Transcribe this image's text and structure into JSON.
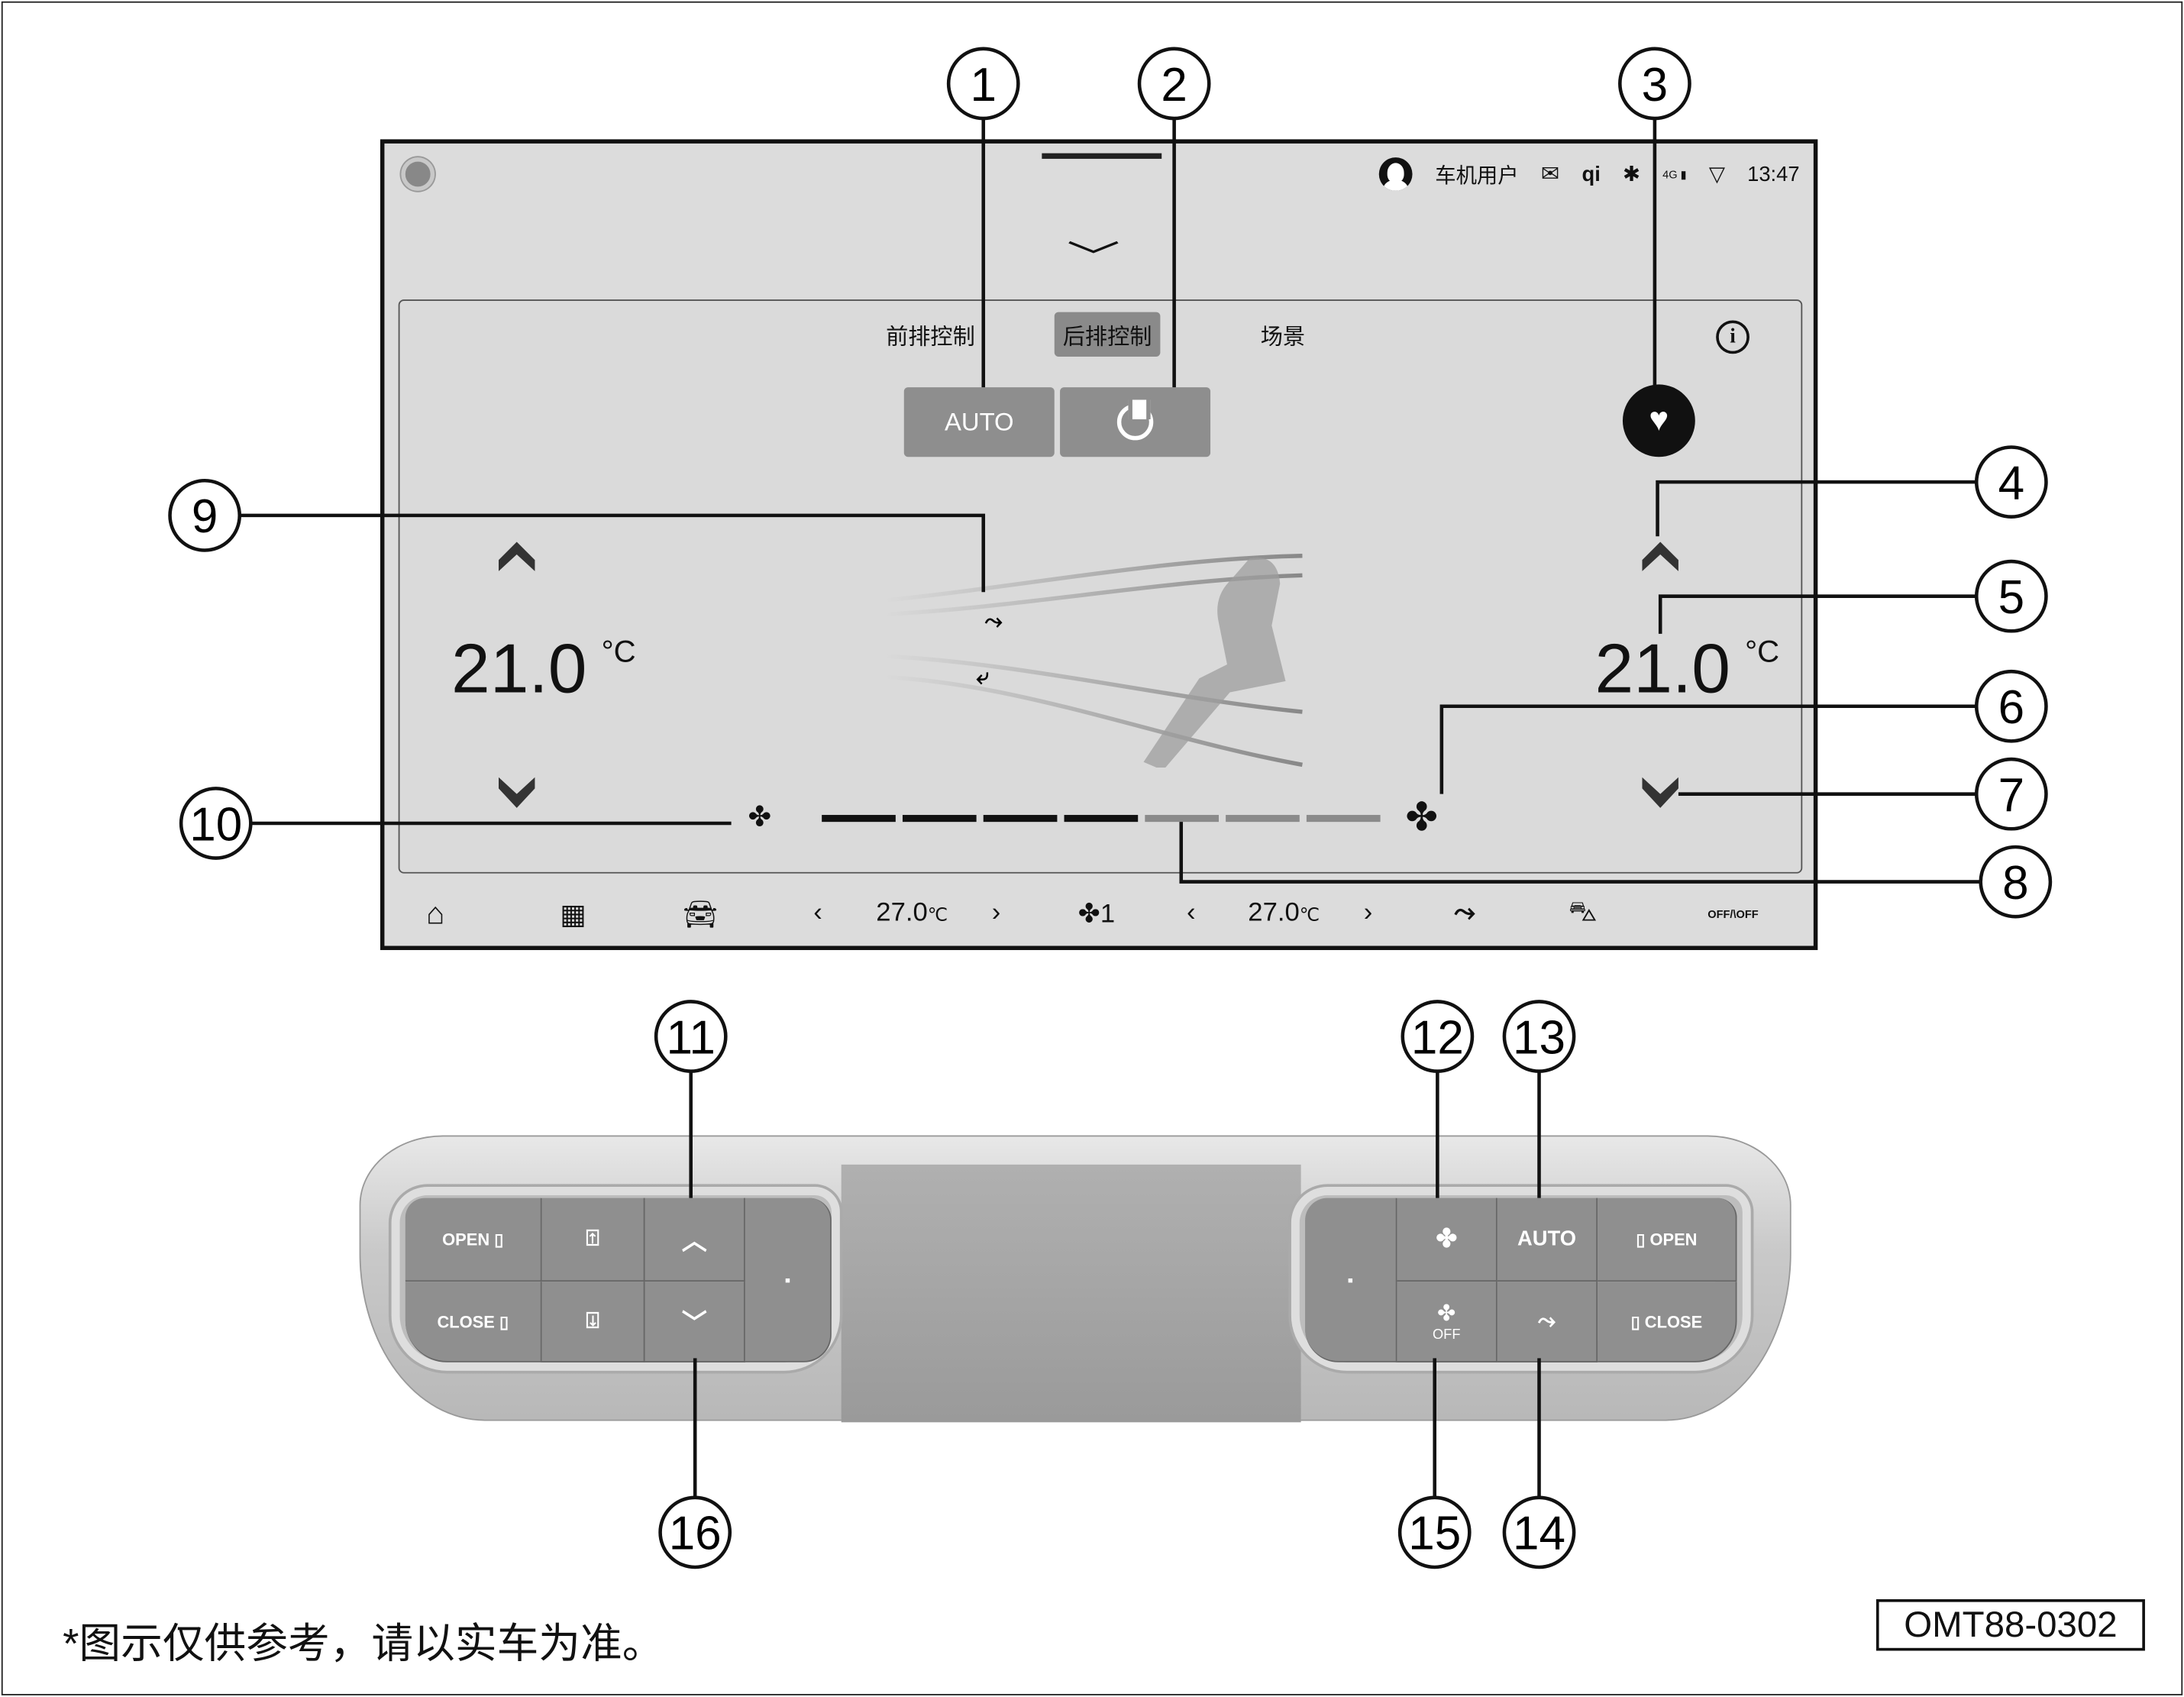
{
  "status_bar": {
    "user": "车机用户",
    "network": "4G",
    "time": "13:47"
  },
  "tabs": [
    {
      "label": "前排控制",
      "active": false
    },
    {
      "label": "后排控制",
      "active": true
    },
    {
      "label": "场景",
      "active": false
    }
  ],
  "controls": {
    "auto_label": "AUTO",
    "info": "i"
  },
  "left_zone": {
    "temperature": "21.0",
    "unit": "°C"
  },
  "right_zone": {
    "temperature": "21.0",
    "unit": "°C"
  },
  "fan_speed": {
    "level": 4,
    "max": 7
  },
  "bottom_bar": {
    "left_temp": "27.0",
    "right_temp": "27.0",
    "unit": "℃",
    "fan_level": "1",
    "off_left": "OFF",
    "off_right": "OFF"
  },
  "physical_panel": {
    "left": {
      "open": "OPEN",
      "close": "CLOSE"
    },
    "right": {
      "auto": "AUTO",
      "open": "OPEN",
      "close": "CLOSE",
      "fan_off": "OFF"
    }
  },
  "callouts": [
    "1",
    "2",
    "3",
    "4",
    "5",
    "6",
    "7",
    "8",
    "9",
    "10",
    "11",
    "12",
    "13",
    "14",
    "15",
    "16"
  ],
  "footer": {
    "note": "*图示仅供参考，请以实车为准。",
    "code": "OMT88-0302"
  },
  "colors": {
    "screen": "#dcdcdc",
    "button": "#8e8e8e",
    "bar_active": "#111111",
    "bar_inactive": "#8a8a8a"
  }
}
